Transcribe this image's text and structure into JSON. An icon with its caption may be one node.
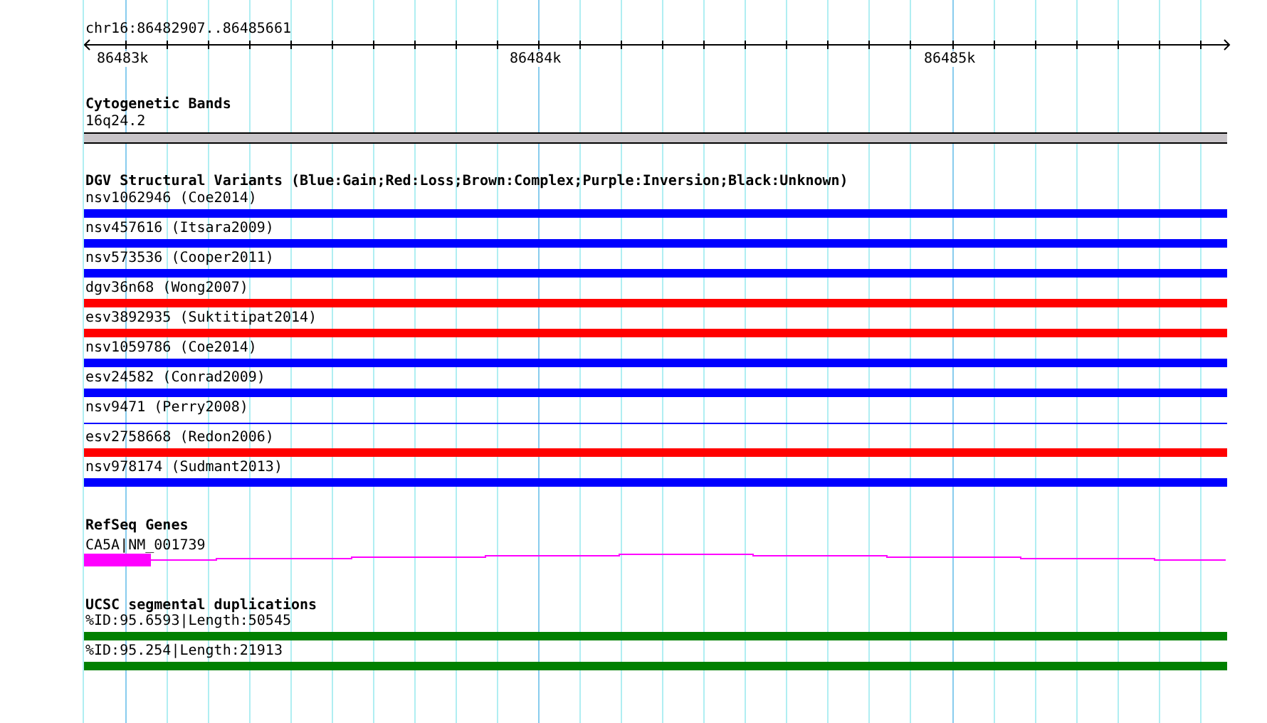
{
  "diagram": {
    "nodes": [
      {
        "text": [
          "16q24.2"
        ]
      },
      {
        "text": [
          "nsv1062946 (Coe2014)"
        ]
      },
      {
        "text": [
          "nsv457616 (Itsara2009)"
        ]
      },
      {
        "text": [
          "nsv573536 (Cooper2011)"
        ]
      },
      {
        "text": [
          "dgv36n68 (Wong2007)"
        ]
      },
      {
        "text": [
          "esv3892935 (Suktitipat2014)"
        ]
      },
      {
        "text": [
          "nsv1059786 (Coe2014)"
        ]
      },
      {
        "text": [
          "esv24582 (Conrad2009)"
        ]
      },
      {
        "text": [
          "nsv9471 (Perry2008)"
        ]
      },
      {
        "text": [
          "esv2758668 (Redon2006)"
        ]
      },
      {
        "text": [
          "nsv978174 (Sudmant2013)"
        ]
      },
      {
        "text": [
          "CA5A|NM_001739"
        ]
      },
      {
        "text": [
          "%ID:95.6593|Length:50545"
        ]
      },
      {
        "text": [
          "%ID:95.254|Length:21913"
        ]
      }
    ],
    "edges": [],
    "labels": [
      "chr16:86482907..86485661",
      "86483k",
      "86484k",
      "86485k",
      "Cytogenetic Bands",
      "DGV Structural Variants (Blue:Gain;Red:Loss;Brown:Complex;Purple:Inversion;Black:Unknown)",
      "RefSeq Genes",
      "UCSC segmental duplications"
    ]
  }
}
